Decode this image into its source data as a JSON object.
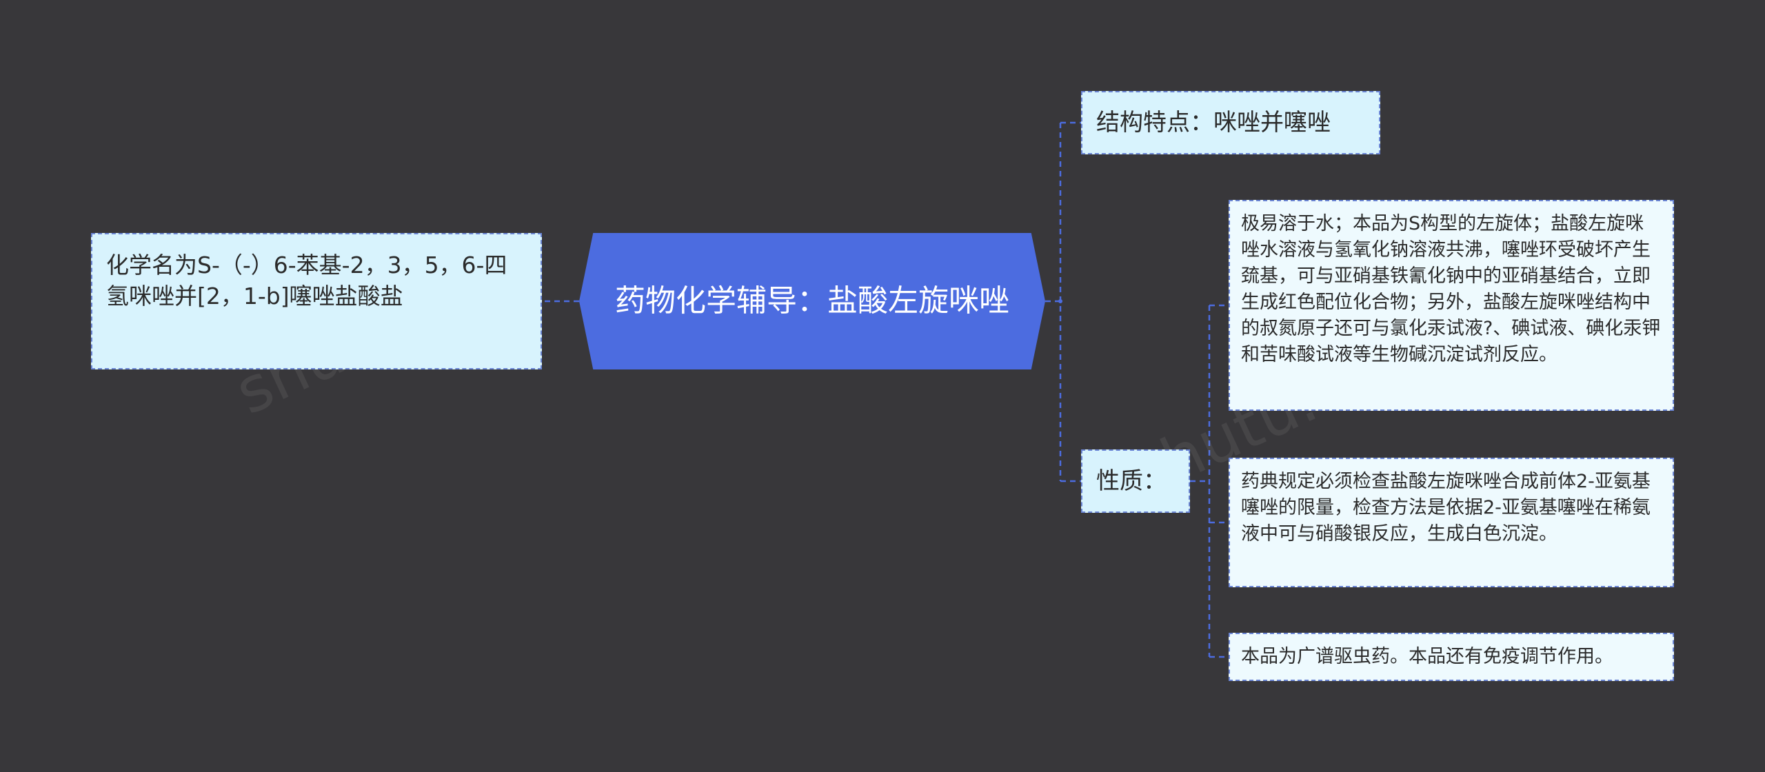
{
  "central": {
    "label": "药物化学辅导：盐酸左旋咪唑"
  },
  "left": {
    "label": "化学名为S-（-）6-苯基-2，3，5，6-四氢咪唑并[2，1-b]噻唑盐酸盐"
  },
  "right": {
    "structure": {
      "label": "结构特点：咪唑并噻唑"
    },
    "properties": {
      "label": "性质：",
      "items": [
        "极易溶于水；本品为S构型的左旋体；盐酸左旋咪唑水溶液与氢氧化钠溶液共沸，噻唑环受破坏产生巯基，可与亚硝基铁氰化钠中的亚硝基结合，立即生成红色配位化合物；另外，盐酸左旋咪唑结构中的叔氮原子还可与氯化汞试液?、碘试液、碘化汞钾和苦味酸试液等生物碱沉淀试剂反应。",
        "药典规定必须检查盐酸左旋咪唑合成前体2-亚氨基噻唑的限量，检查方法是依据2-亚氨基噻唑在稀氨液中可与硝酸银反应，生成白色沉淀。",
        "本品为广谱驱虫药。本品还有免疫调节作用。"
      ]
    }
  },
  "colors": {
    "background": "#38373a",
    "central_fill": "#4c6ce0",
    "node_fill": "#d8f3fd",
    "leaf_fill": "#eefafe",
    "connector": "#4c6ce0"
  }
}
